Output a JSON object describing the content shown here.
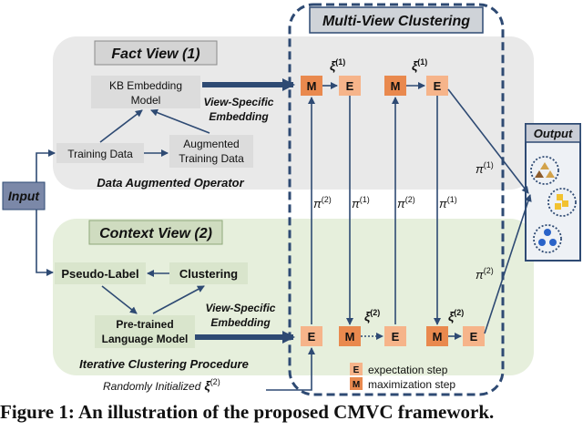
{
  "diagram": {
    "title_multiview": "Multi-View Clustering",
    "fact_view": {
      "title": "Fact View (1)",
      "kb_line1": "KB Embedding",
      "kb_line2": "Model",
      "training": "Training Data",
      "aug_line1": "Augmented",
      "aug_line2": "Training Data",
      "operator": "Data Augmented Operator"
    },
    "context_view": {
      "title": "Context View (2)",
      "pseudo": "Pseudo-Label",
      "clustering": "Clustering",
      "plm_line1": "Pre-trained",
      "plm_line2": "Language Model",
      "procedure": "Iterative Clustering Procedure"
    },
    "input": "Input",
    "output": "Output",
    "view_specific_line1": "View-Specific",
    "view_specific_line2": "Embedding",
    "random_init": "Randomly Initialized",
    "xi": "ξ",
    "pi": "π",
    "sup1": "(1)",
    "sup2": "(2)",
    "node_m": "M",
    "node_e": "E",
    "legend_e": "expectation step",
    "legend_m": "maximization step",
    "colors": {
      "gray_panel": "#e9e9e9",
      "green_panel": "#e6efdc",
      "blue": "#2e4a73",
      "orange_fill": "#f6b48a",
      "orange_dark": "#e9894e",
      "input_fill": "#7b88a8"
    }
  },
  "caption": "Figure 1: An illustration of the proposed CMVC framework."
}
